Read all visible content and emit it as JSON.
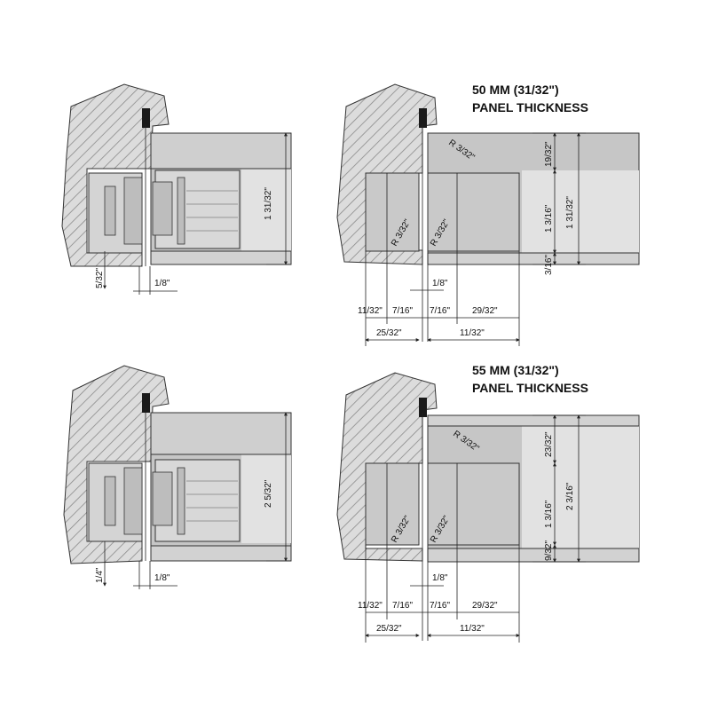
{
  "colors": {
    "hatch_bg": "#dcdcdc",
    "hatch_line": "#8a8a8a",
    "panel_dark": "#c6c6c6",
    "panel_light": "#e2e2e2",
    "hinge_body": "#d4d4d4",
    "black_cap": "#1a1a1a",
    "line": "#222222"
  },
  "detail_tr": {
    "title_line1": "50 MM (31/32\")",
    "title_line2": "PANEL THICKNESS",
    "v_top": "19/32\"",
    "v_mid": "1 3/16\"",
    "v_bot": "3/16\"",
    "v_total": "1 31/32\"",
    "radius_top": "R 3/32\"",
    "radius_a": "R 3/32\"",
    "radius_b": "R 3/32\"",
    "gap": "1/8\"",
    "h1": "11/32\"",
    "h2": "7/16\"",
    "h3": "7/16\"",
    "h4": "29/32\"",
    "h_left_total": "25/32\"",
    "h_right_total": "11/32\""
  },
  "detail_br": {
    "title_line1": "55 MM (31/32\")",
    "title_line2": "PANEL THICKNESS",
    "v_top": "23/32\"",
    "v_mid": "1 3/16\"",
    "v_bot": "9/32\"",
    "v_total": "2 3/16\"",
    "radius_top": "R 3/32\"",
    "radius_a": "R 3/32\"",
    "radius_b": "R 3/32\"",
    "gap": "1/8\"",
    "h1": "11/32\"",
    "h2": "7/16\"",
    "h3": "7/16\"",
    "h4": "29/32\"",
    "h_left_total": "25/32\"",
    "h_right_total": "11/32\""
  },
  "detail_tl": {
    "v_total": "1 31/32\"",
    "v_small": "5/32\"",
    "gap": "1/8\""
  },
  "detail_bl": {
    "v_total": "2 5/32\"",
    "v_small": "1/4\"",
    "gap": "1/8\""
  }
}
